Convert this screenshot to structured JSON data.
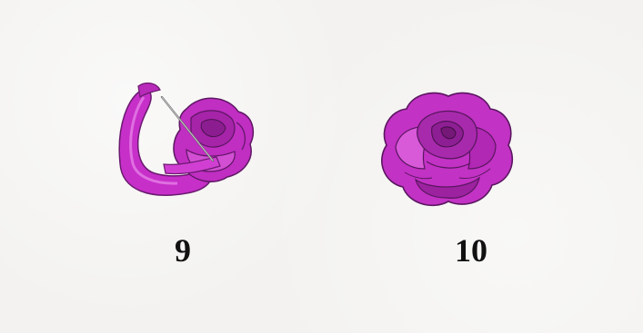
{
  "steps": [
    {
      "number": "9",
      "illustration": "ribbon-rose-with-needle"
    },
    {
      "number": "10",
      "illustration": "finished-ribbon-rose"
    }
  ],
  "colors": {
    "background": "#f3f2f0",
    "ribbon_magenta": "#c72fc9",
    "ribbon_dark": "#7a1e7f",
    "ribbon_light": "#e37ae5",
    "text": "#111111"
  }
}
